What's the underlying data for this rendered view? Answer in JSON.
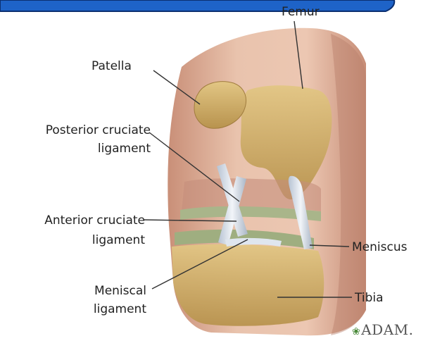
{
  "labels": {
    "femur": "Femur",
    "patella": "Patella",
    "pcl_line1": "Posterior cruciate",
    "pcl_line2": "ligament",
    "acl_line1": "Anterior cruciate",
    "acl_line2": "ligament",
    "meniscus": "Meniscus",
    "meniscal_line1": "Meniscal",
    "meniscal_line2": "ligament",
    "tibia": "Tibia"
  },
  "logo": {
    "text": "ADAM."
  },
  "colors": {
    "banner": "#1e63c8",
    "skin": "#e9c0a8",
    "skin_shadow": "#c98f78",
    "bone": "#d4b56f",
    "ligament": "#dfe6ef",
    "meniscus": "#a9b58a",
    "leader": "#333333"
  }
}
